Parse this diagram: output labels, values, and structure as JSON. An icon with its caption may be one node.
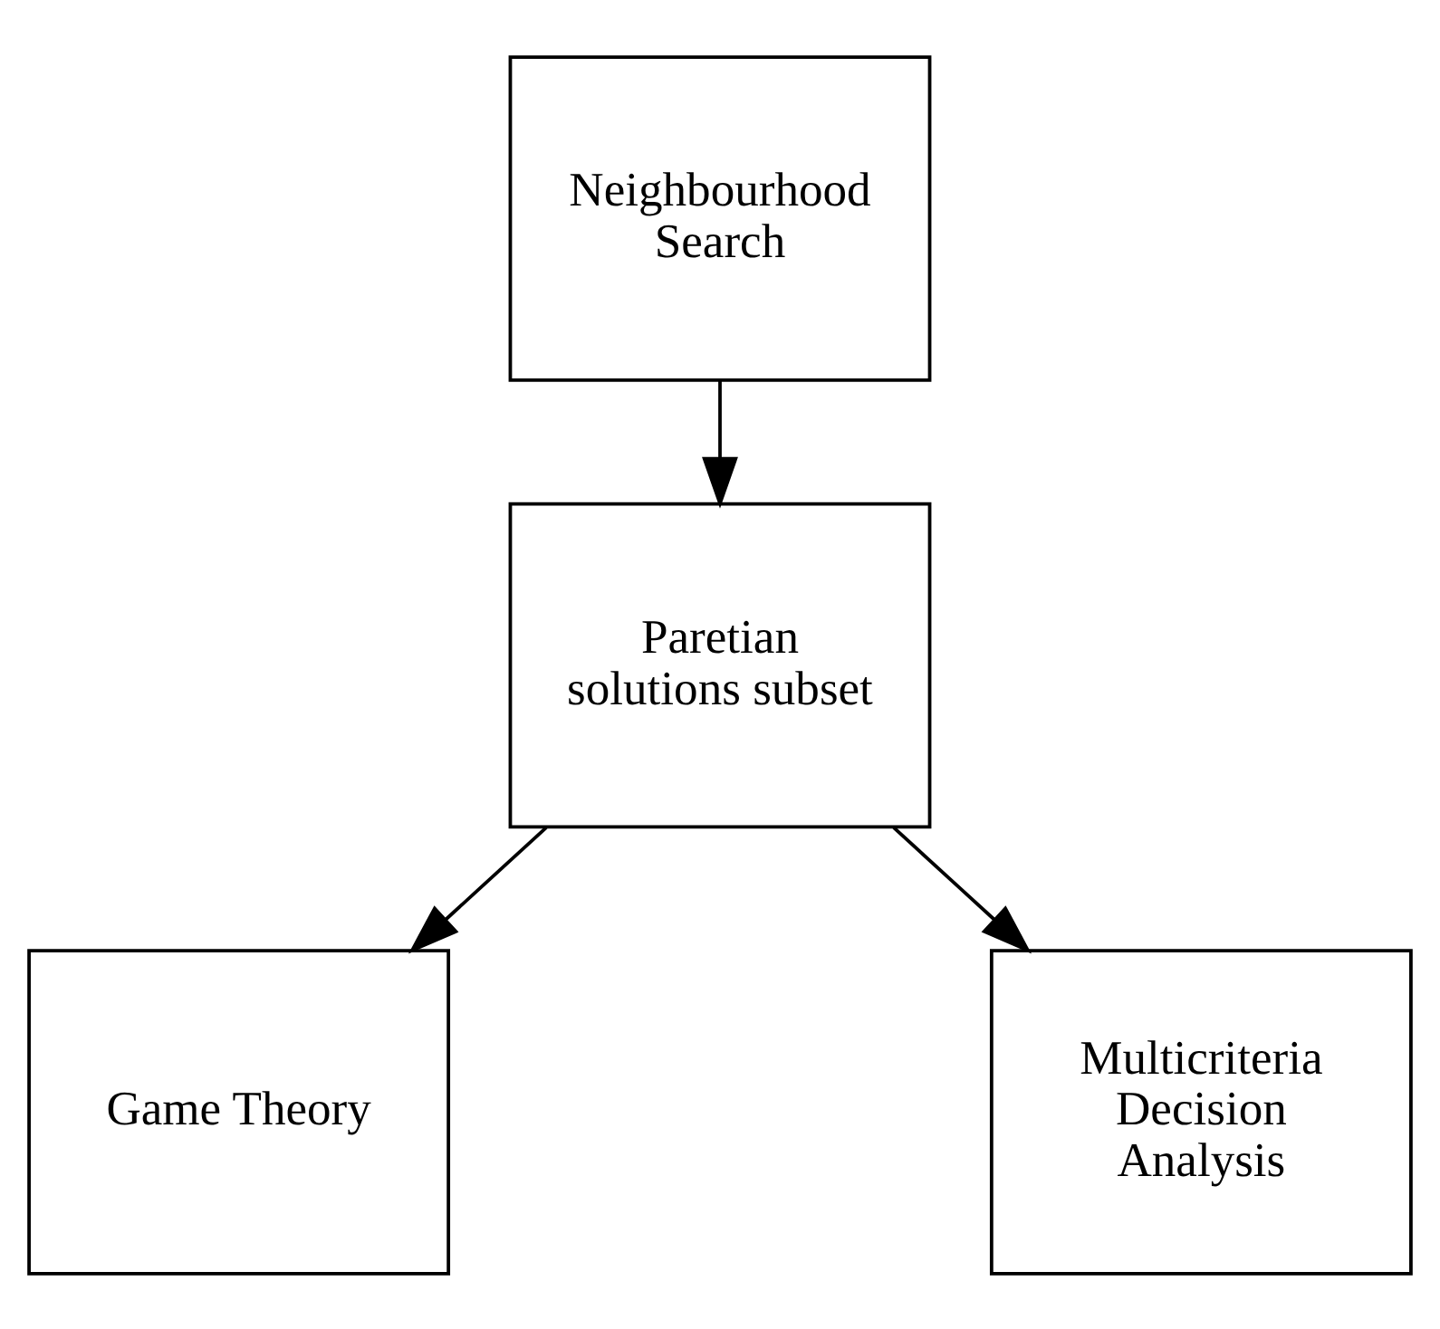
{
  "diagram": {
    "nodes": [
      {
        "text": [
          "Neighbourhood Search"
        ]
      },
      {
        "text": [
          "Paretian solutions subset"
        ]
      },
      {
        "text": [
          "Game Theory"
        ]
      },
      {
        "text": [
          "Multicriteria Decision Analysis"
        ]
      }
    ],
    "edges": [
      {
        "from": 0,
        "to": 1,
        "arrow": "to"
      },
      {
        "from": 1,
        "to": 2,
        "arrow": "to"
      },
      {
        "from": 1,
        "to": 3,
        "arrow": "to"
      }
    ]
  }
}
